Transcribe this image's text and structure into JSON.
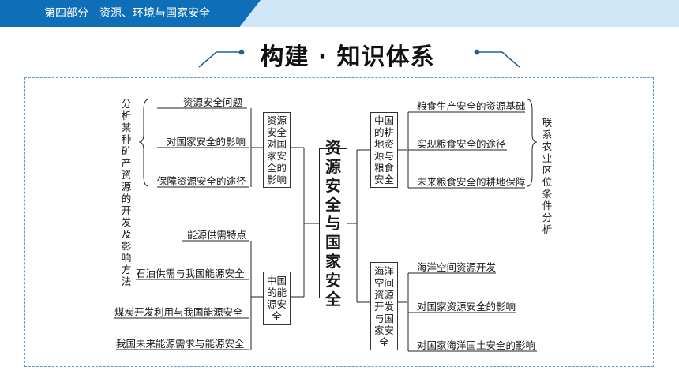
{
  "header": {
    "section": "第四部分　资源、环境与国家安全"
  },
  "title": "构建 · 知识体系",
  "center": "资源安全与国家安全",
  "left_note": "分析某种矿产资源的开发及影响方法",
  "right_note": "联系农业区位条件分析",
  "branches": {
    "resource_security": {
      "box": "资源安全对国家安全的影响",
      "items": [
        "资源安全问题",
        "对国家安全的影响",
        "保障资源安全的途径"
      ]
    },
    "energy": {
      "box": "中国的能源安全",
      "items": [
        "能源供需特点",
        "石油供需与我国能源安全",
        "煤炭开发利用与我国能源安全",
        "我国未来能源需求与能源安全"
      ]
    },
    "farmland": {
      "box": "中国的耕地资源与粮食安全",
      "items": [
        "粮食生产安全的资源基础",
        "实现粮食安全的途径",
        "未来粮食安全的耕地保障"
      ]
    },
    "ocean": {
      "box": "海洋空间资源开发与国家安全",
      "items": [
        "海洋空间资源开发",
        "对国家资源安全的影响",
        "对国家海洋国土安全的影响"
      ]
    }
  }
}
